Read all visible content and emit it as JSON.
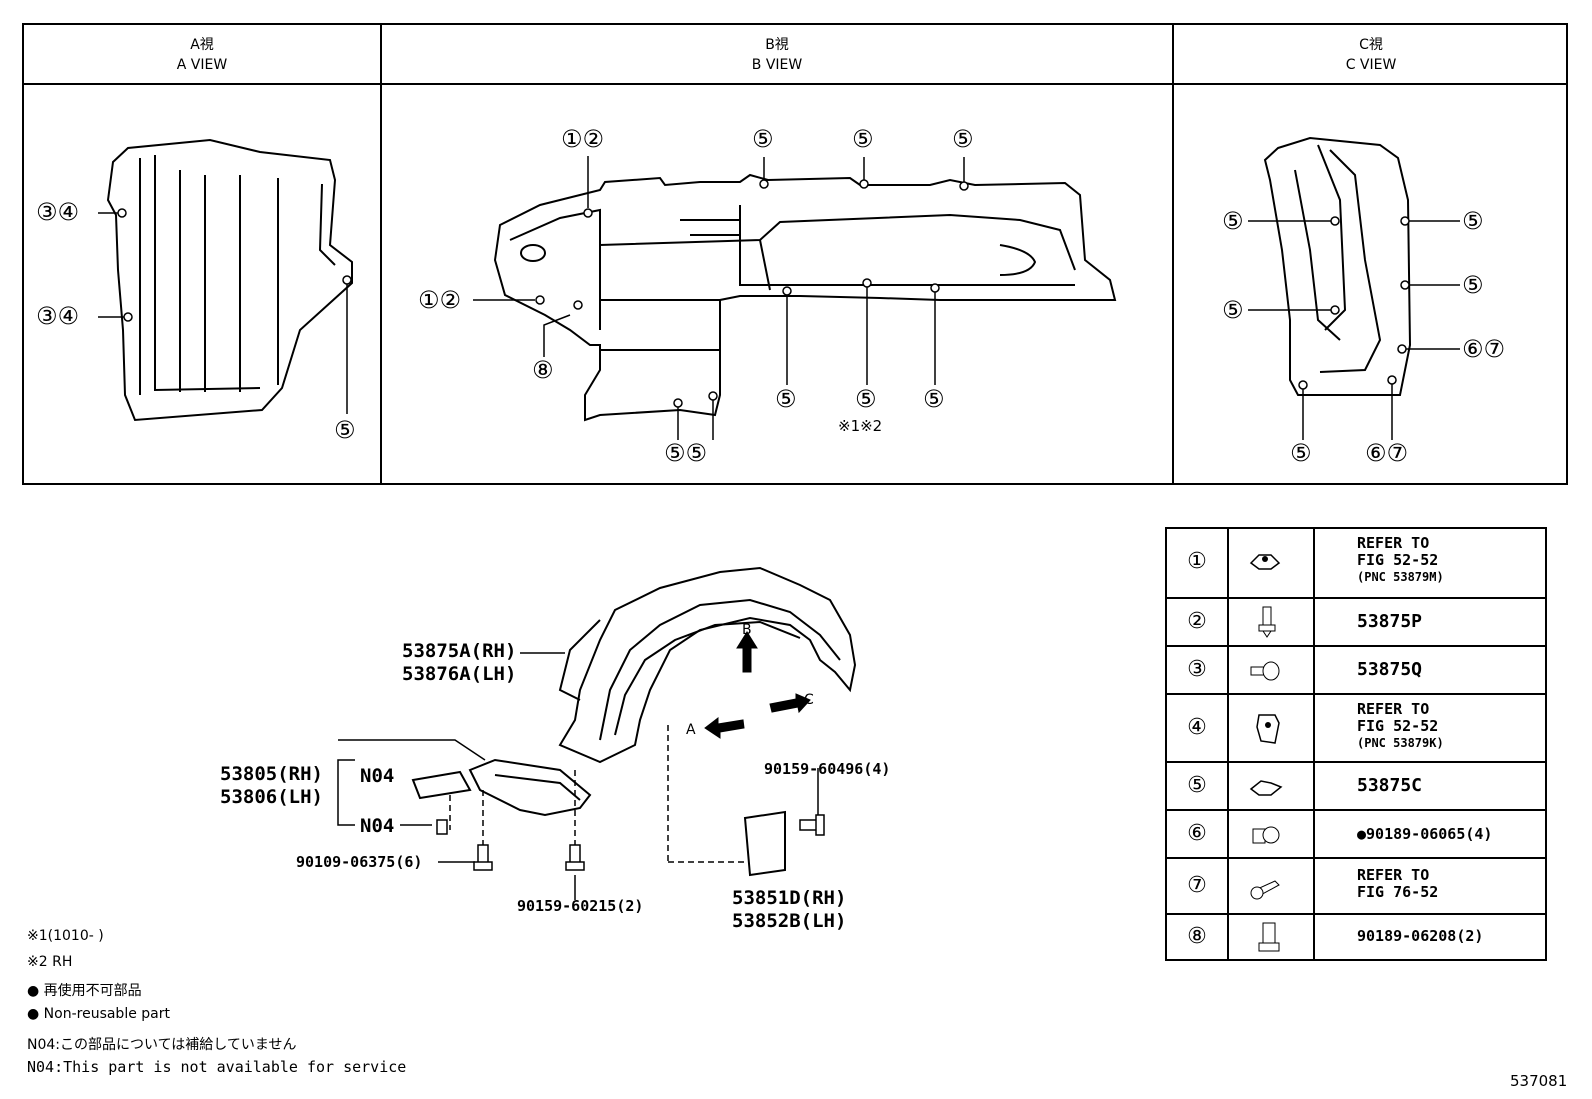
{
  "views": [
    {
      "jp": "A視",
      "en": "A VIEW"
    },
    {
      "jp": "B視",
      "en": "B VIEW"
    },
    {
      "jp": "C視",
      "en": "C VIEW"
    }
  ],
  "callouts": {
    "c1": "①",
    "c2": "②",
    "c3": "③",
    "c4": "④",
    "c5": "⑤",
    "c6": "⑥",
    "c7": "⑦",
    "c8": "⑧"
  },
  "b_view_note": "※1※2",
  "parts": {
    "fender_liner_rh": "53875A(RH)",
    "fender_liner_lh": "53876A(LH)",
    "cover_rh": "53805(RH)",
    "cover_lh": "53806(LH)",
    "n04": "N04",
    "screw_a": "90109-06375(6)",
    "screw_b": "90159-60215(2)",
    "screw_c": "90159-60496(4)",
    "seal_rh": "53851D(RH)",
    "seal_lh": "53852B(LH)",
    "arrow_a": "A",
    "arrow_b": "B",
    "arrow_c": "C"
  },
  "legend": [
    {
      "num": "①",
      "icon": "clip-nut-icon",
      "lines": [
        "REFER TO",
        "FIG 52-52"
      ],
      "sub": "(PNC 53879M)"
    },
    {
      "num": "②",
      "icon": "push-rivet-icon",
      "lines": [
        "53875P"
      ],
      "sub": ""
    },
    {
      "num": "③",
      "icon": "screw-grommet-icon",
      "lines": [
        "53875Q"
      ],
      "sub": ""
    },
    {
      "num": "④",
      "icon": "clip-bracket-icon",
      "lines": [
        "REFER TO",
        "FIG 52-52"
      ],
      "sub": "(PNC 53879K)"
    },
    {
      "num": "⑤",
      "icon": "clip-fastener-icon",
      "lines": [
        "53875C"
      ],
      "sub": ""
    },
    {
      "num": "⑥",
      "icon": "grommet-icon",
      "lines": [
        "●90189-06065(4)"
      ],
      "sub": ""
    },
    {
      "num": "⑦",
      "icon": "tapping-screw-icon",
      "lines": [
        "REFER TO",
        "FIG 76-52"
      ],
      "sub": ""
    },
    {
      "num": "⑧",
      "icon": "nut-clip-icon",
      "lines": [
        "90189-06208(2)"
      ],
      "sub": ""
    }
  ],
  "notes": [
    "※1(1010-      )",
    "※2 RH",
    "● 再使用不可部品",
    "● Non-reusable part",
    "N04:この部品については補給していません",
    "N04:This part is not available for service"
  ],
  "figure_number": "537081"
}
